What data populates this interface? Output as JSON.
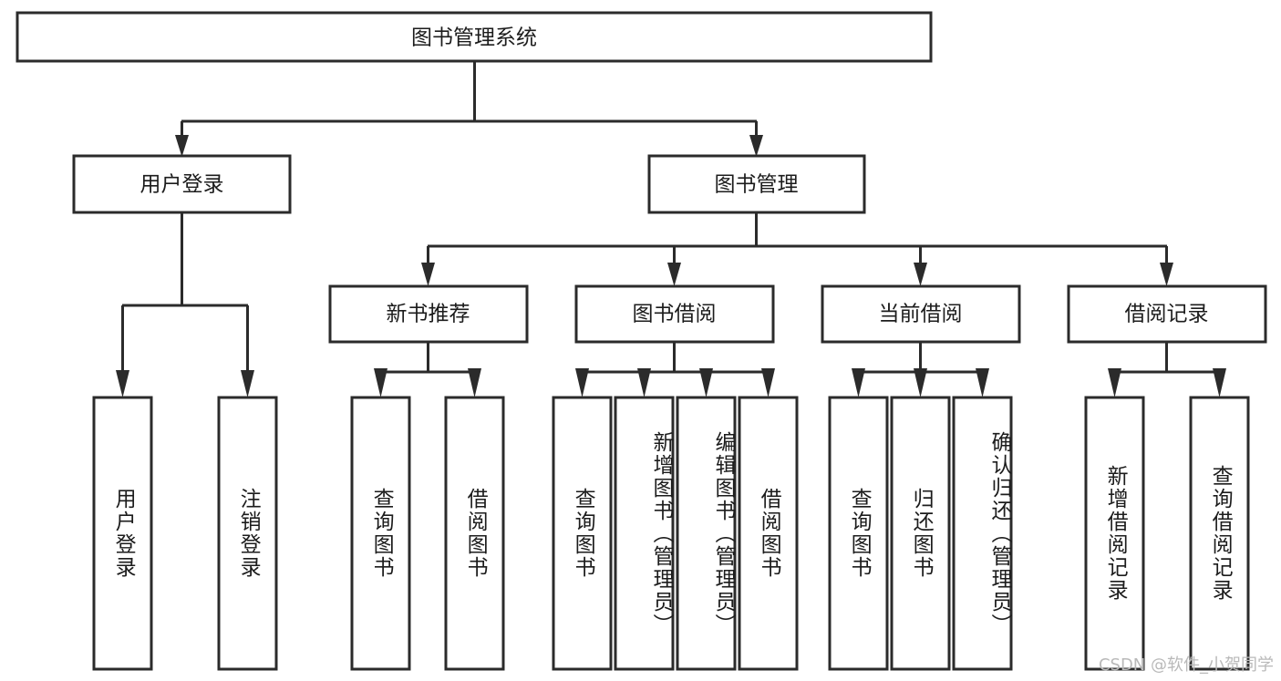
{
  "diagram": {
    "title": "图书管理系统",
    "type": "hierarchy-tree",
    "levels": 4,
    "orientation": "top-down",
    "colors": {
      "stroke": "#2b2b2b",
      "fill": "#ffffff",
      "text": "#1c1c1c",
      "background": "#ffffff",
      "watermark": "#b9b9b9"
    },
    "root": {
      "label": "图书管理系统",
      "children": [
        {
          "label": "用户登录",
          "children": [
            {
              "label": "用户登录"
            },
            {
              "label": "注销登录"
            }
          ]
        },
        {
          "label": "图书管理",
          "children": [
            {
              "label": "新书推荐",
              "children": [
                {
                  "label": "查询图书"
                },
                {
                  "label": "借阅图书"
                }
              ]
            },
            {
              "label": "图书借阅",
              "children": [
                {
                  "label": "查询图书"
                },
                {
                  "label": "新增图书（管理员）"
                },
                {
                  "label": "编辑图书（管理员）"
                },
                {
                  "label": "借阅图书"
                }
              ]
            },
            {
              "label": "当前借阅",
              "children": [
                {
                  "label": "查询图书"
                },
                {
                  "label": "归还图书"
                },
                {
                  "label": "确认归还（管理员）"
                }
              ]
            },
            {
              "label": "借阅记录",
              "children": [
                {
                  "label": "新增借阅记录"
                },
                {
                  "label": "查询借阅记录"
                }
              ]
            }
          ]
        }
      ]
    }
  },
  "nodes": {
    "root": "图书管理系统",
    "l2_user_login": "用户登录",
    "l2_book_manage": "图书管理",
    "l3_new_book_rec": "新书推荐",
    "l3_book_borrow": "图书借阅",
    "l3_current_borrow": "当前借阅",
    "l3_borrow_record": "借阅记录",
    "leaf_user_login": "用户登录",
    "leaf_logout": "注销登录",
    "leaf_query_book_a": "查询图书",
    "leaf_borrow_book_a": "借阅图书",
    "leaf_query_book_b": "查询图书",
    "leaf_add_book": "新增图书（管理员）",
    "leaf_edit_book": "编辑图书（管理员）",
    "leaf_borrow_book_b": "借阅图书",
    "leaf_query_book_c": "查询图书",
    "leaf_return_book": "归还图书",
    "leaf_confirm_return": "确认归还（管理员）",
    "leaf_add_record": "新增借阅记录",
    "leaf_query_record": "查询借阅记录"
  },
  "watermark": {
    "text": "CSDN @软件_小贺同学"
  }
}
